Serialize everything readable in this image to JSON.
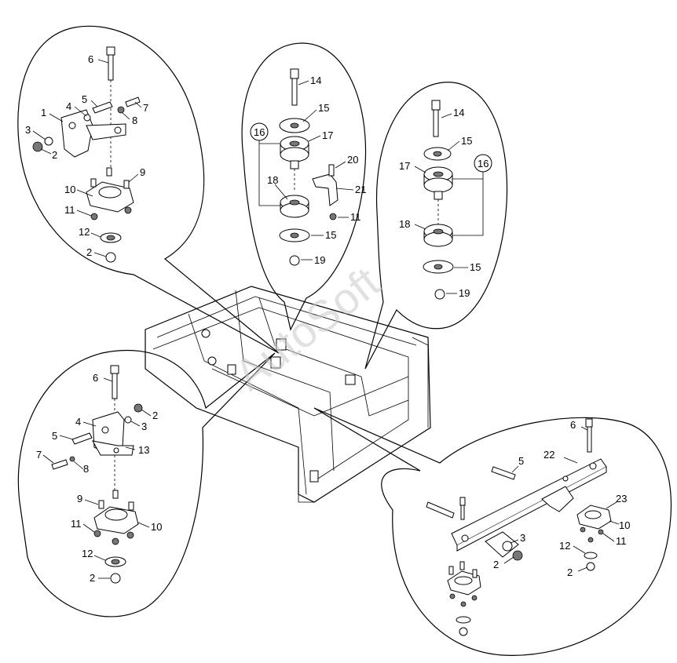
{
  "watermark": "AutoSoft",
  "callouts": {
    "a1": "1",
    "a2": "2",
    "a2b": "2",
    "a3": "3",
    "a4": "4",
    "a5": "5",
    "a6": "6",
    "a7": "7",
    "a8": "8",
    "a9": "9",
    "a10": "10",
    "a11": "11",
    "a12": "12",
    "b14": "14",
    "b15": "15",
    "b15b": "15",
    "b16": "16",
    "b17": "17",
    "b18": "18",
    "b19": "19",
    "b20": "20",
    "b21": "21",
    "b11": "11",
    "c14": "14",
    "c15": "15",
    "c15b": "15",
    "c16": "16",
    "c17": "17",
    "c18": "18",
    "c19": "19",
    "d2": "2",
    "d3": "3",
    "d4": "4",
    "d5": "5",
    "d6": "6",
    "d7": "7",
    "d8": "8",
    "d9": "9",
    "d10": "10",
    "d11": "11",
    "d12": "12",
    "d2b": "2",
    "d13": "13",
    "e6": "6",
    "e5": "5",
    "e22": "22",
    "e23": "23",
    "e10": "10",
    "e11": "11",
    "e3": "3",
    "e2": "2",
    "e12": "12",
    "e2b": "2"
  }
}
